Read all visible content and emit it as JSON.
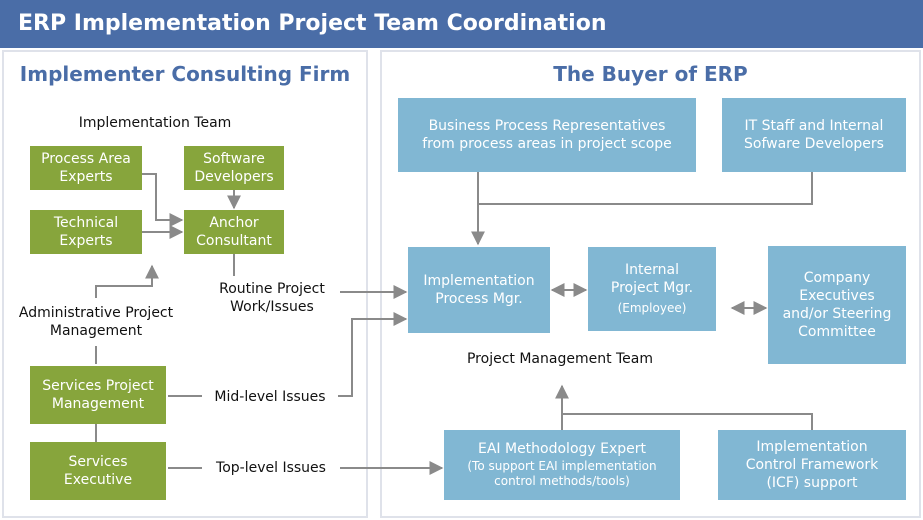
{
  "header": {
    "title": "ERP Implementation Project Team Coordination"
  },
  "left_panel": {
    "title": "Implementer Consulting Firm",
    "team_label": "Implementation Team",
    "process_area_experts": [
      "Process Area",
      "Experts"
    ],
    "software_developers": [
      "Software",
      "Developers"
    ],
    "technical_experts": [
      "Technical",
      "Experts"
    ],
    "anchor_consultant": [
      "Anchor",
      "Consultant"
    ],
    "admin_pm": [
      "Administrative Project",
      "Management"
    ],
    "services_pm": [
      "Services Project",
      "Management"
    ],
    "services_exec": [
      "Services",
      "Executive"
    ]
  },
  "issues": {
    "routine": [
      "Routine Project",
      "Work/Issues"
    ],
    "mid": "Mid-level Issues",
    "top": "Top-level Issues"
  },
  "right_panel": {
    "title": "The Buyer of ERP",
    "bp_reps": [
      "Business Process Representatives",
      "from process areas in project scope"
    ],
    "it_staff": [
      "IT Staff and Internal",
      "Sofware Developers"
    ],
    "impl_pm": [
      "Implementation",
      "Process Mgr."
    ],
    "internal_pm": [
      "Internal",
      "Project Mgr."
    ],
    "internal_pm_sub": "(Employee)",
    "executives": [
      "Company",
      "Executives",
      "and/or Steering",
      "Committee"
    ],
    "pm_team_label": "Project Management Team",
    "eai_expert": "EAI Methodology Expert",
    "eai_expert_sub": [
      "(To support EAI implementation",
      "control methods/tools)"
    ],
    "icf": [
      "Implementation",
      "Control Framework",
      "(ICF) support"
    ]
  },
  "colors": {
    "header": "#4a6da7",
    "green": "#87a53c",
    "blue": "#81b7d3",
    "connector": "#8a8a8a",
    "panel_border": "#dfe2ea"
  }
}
